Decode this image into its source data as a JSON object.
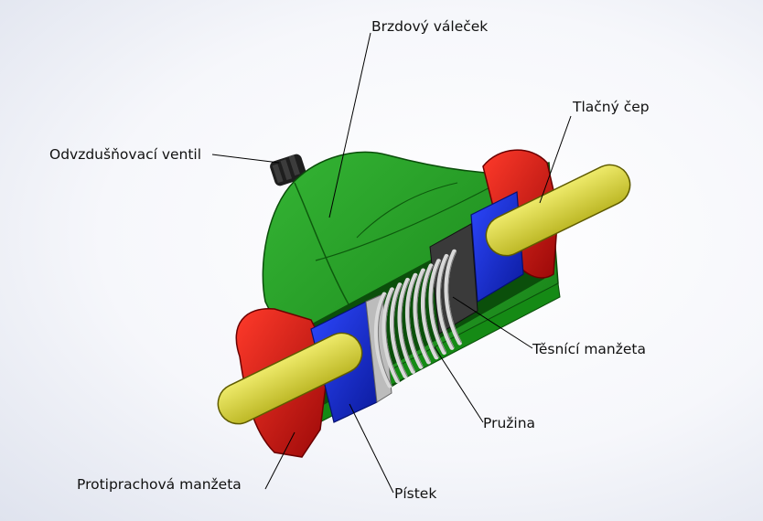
{
  "labels": {
    "brake_cylinder": "Brzdový váleček",
    "bleed_valve": "Odvzdušňovací ventil",
    "push_pin": "Tlačný čep",
    "sealing_cup": "Těsnící manžeta",
    "spring": "Pružina",
    "dust_boot": "Protiprachová manžeta",
    "piston": "Pístek"
  },
  "colors": {
    "housing": "#1f9a1f",
    "housing_dark": "#0f6a10",
    "dust_boot": "#d31010",
    "push_pin": "#d8d43a",
    "piston": "#1a2fd0",
    "spring": "#d9d9d9",
    "sealing_cup": "#3a3a3a",
    "bleed_valve": "#1e1e1e"
  }
}
